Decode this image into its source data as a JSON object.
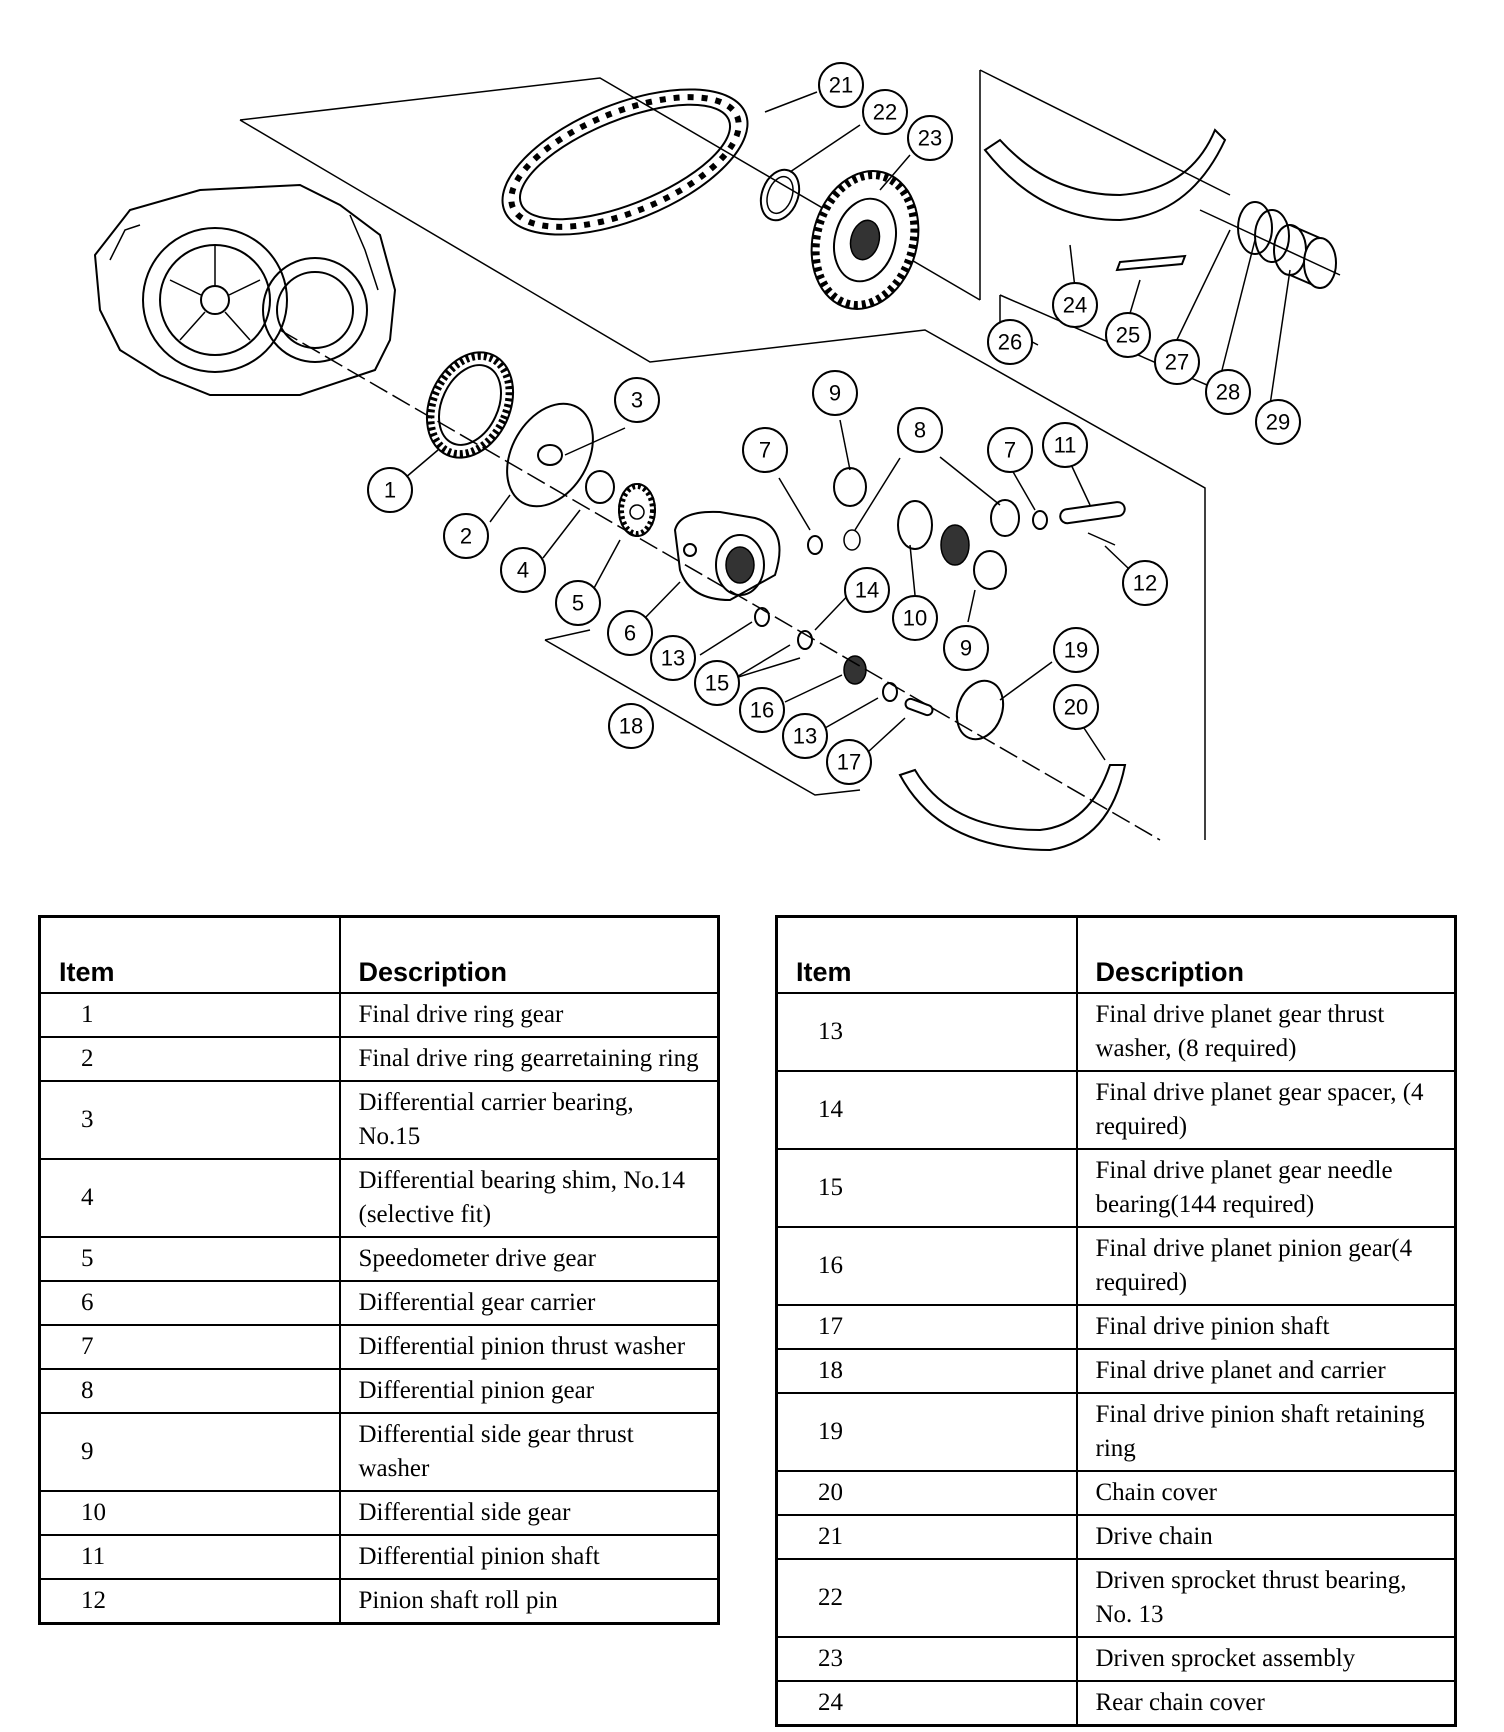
{
  "callouts": [
    "1",
    "2",
    "3",
    "4",
    "5",
    "6",
    "7",
    "8",
    "9",
    "10",
    "11",
    "12",
    "13",
    "14",
    "15",
    "16",
    "17",
    "18",
    "19",
    "20",
    "21",
    "22",
    "23",
    "24",
    "25",
    "26",
    "27",
    "28",
    "29"
  ],
  "table_left": {
    "header_item": "Item",
    "header_desc": "Description",
    "rows": [
      {
        "item": "1",
        "desc": "Final drive ring gear"
      },
      {
        "item": "2",
        "desc": "Final drive ring gearretaining ring"
      },
      {
        "item": "3",
        "desc": "Differential carrier bearing, No.15"
      },
      {
        "item": "4",
        "desc": "Differential bearing shim, No.14 (selective fit)"
      },
      {
        "item": "5",
        "desc": "Speedometer drive gear"
      },
      {
        "item": "6",
        "desc": "Differential gear carrier"
      },
      {
        "item": "7",
        "desc": "Differential pinion thrust washer"
      },
      {
        "item": "8",
        "desc": "Differential pinion gear"
      },
      {
        "item": "9",
        "desc": "Differential side gear thrust washer"
      },
      {
        "item": "10",
        "desc": "Differential side gear"
      },
      {
        "item": "11",
        "desc": "Differential pinion shaft"
      },
      {
        "item": "12",
        "desc": "Pinion shaft roll pin"
      }
    ]
  },
  "table_right": {
    "header_item": "Item",
    "header_desc": "Description",
    "rows": [
      {
        "item": "13",
        "desc": "Final drive planet gear thrust washer, (8 required)"
      },
      {
        "item": "14",
        "desc": "Final drive planet gear spacer, (4 required)"
      },
      {
        "item": "15",
        "desc": "Final drive planet gear needle bearing(144 required)"
      },
      {
        "item": "16",
        "desc": "Final drive planet pinion gear(4 required)"
      },
      {
        "item": "17",
        "desc": "Final drive pinion shaft"
      },
      {
        "item": "18",
        "desc": "Final drive planet and carrier"
      },
      {
        "item": "19",
        "desc": "Final drive pinion shaft retaining ring"
      },
      {
        "item": "20",
        "desc": "Chain cover"
      },
      {
        "item": "21",
        "desc": "Drive chain"
      },
      {
        "item": "22",
        "desc": "Driven sprocket thrust bearing, No. 13"
      },
      {
        "item": "23",
        "desc": "Driven sprocket assembly"
      },
      {
        "item": "24",
        "desc": "Rear chain cover"
      }
    ]
  }
}
